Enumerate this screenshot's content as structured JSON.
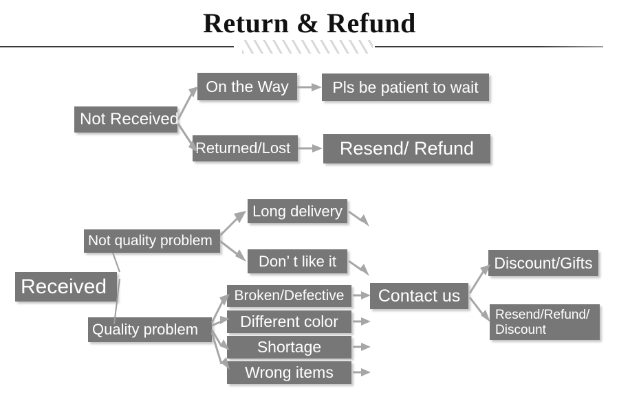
{
  "page": {
    "title": "Return & Refund",
    "box_color": "#777777",
    "text_color": "#ffffff",
    "arrow_color": "#a6a6a6",
    "rule_color": "#3a3a3a",
    "hatch_color": "#d8d8d8",
    "background": "#ffffff"
  },
  "flow": {
    "not_received": {
      "root": "Not Received",
      "branches": [
        {
          "label": "On the Way",
          "result": "Pls be patient to wait"
        },
        {
          "label": "Returned/Lost",
          "result": "Resend/ Refund"
        }
      ]
    },
    "received": {
      "root": "Received",
      "categories": [
        {
          "label": "Not quality problem",
          "reasons": [
            "Long delivery",
            "Don’  t like it"
          ]
        },
        {
          "label": "Quality problem",
          "reasons": [
            "Broken/Defective",
            "Different color",
            "Shortage",
            "Wrong items"
          ]
        }
      ],
      "action": "Contact us",
      "outcomes": [
        "Discount/Gifts",
        "Resend/Refund/ Discount"
      ]
    }
  }
}
